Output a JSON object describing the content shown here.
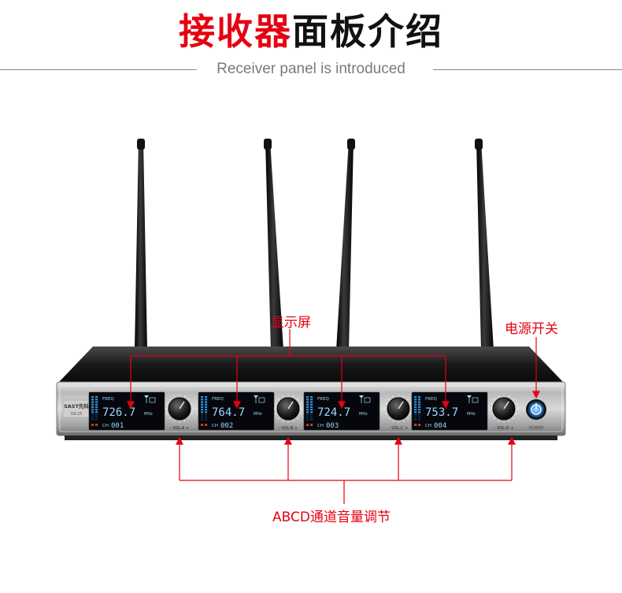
{
  "header": {
    "title_red": "接收器",
    "title_black": "面板介绍",
    "subtitle": "Receiver panel is introduced"
  },
  "callouts": {
    "display": "显示屏",
    "power": "电源开关",
    "volume": "ABCD通道音量调节"
  },
  "device": {
    "brand": "SAST先科",
    "model": "OK-25",
    "power_label": "POWER",
    "channels": [
      {
        "freq_label": "FREQ",
        "freq": "726.7",
        "unit": "MHz",
        "ch_label": "CH",
        "ch": "001",
        "vol_label": "VOL-A"
      },
      {
        "freq_label": "FREQ",
        "freq": "764.7",
        "unit": "MHz",
        "ch_label": "CH",
        "ch": "002",
        "vol_label": "VOL-B"
      },
      {
        "freq_label": "FREQ",
        "freq": "724.7",
        "unit": "MHz",
        "ch_label": "CH",
        "ch": "003",
        "vol_label": "VOL-C"
      },
      {
        "freq_label": "FREQ",
        "freq": "753.7",
        "unit": "MHz",
        "ch_label": "CH",
        "ch": "004",
        "vol_label": "VOL-D"
      }
    ]
  },
  "colors": {
    "accent_red": "#e60012",
    "lcd_text": "#9fd8ff",
    "lcd_bg": "#05070c",
    "power_ring": "#3a8fe0"
  }
}
